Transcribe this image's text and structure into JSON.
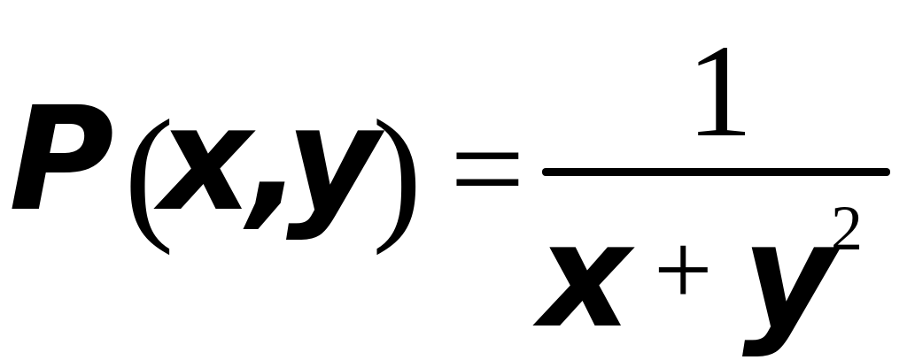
{
  "formula": {
    "lhs": {
      "function": "P",
      "open_paren": "(",
      "arg1": "x",
      "comma": ",",
      "arg2": "y",
      "close_paren": ")"
    },
    "equals": "=",
    "fraction": {
      "numerator": "1",
      "denominator": {
        "term1": "x",
        "operator": "+",
        "term2": "y",
        "exponent": "2"
      }
    }
  }
}
